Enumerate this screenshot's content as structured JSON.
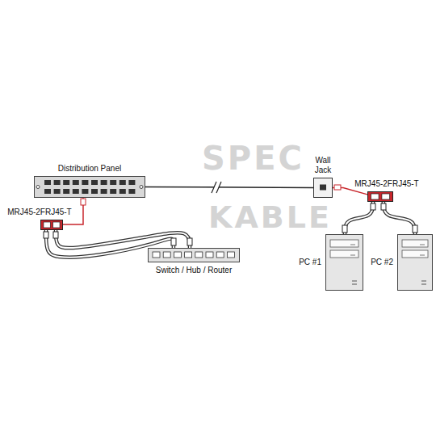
{
  "diagram": {
    "nodes": [
      {
        "text": [
          "Distribution Panel"
        ]
      },
      {
        "text": [
          "MRJ45-2FRJ45-T"
        ]
      },
      {
        "text": [
          "Switch / Hub / Router"
        ]
      },
      {
        "text": [
          "Wall Jack"
        ]
      },
      {
        "text": [
          "MRJ45-2FRJ45-T"
        ]
      },
      {
        "text": [
          "PC #1"
        ]
      },
      {
        "text": [
          "PC #2"
        ]
      }
    ],
    "edges": [
      {
        "from": 0,
        "to": 1,
        "arrow": "none"
      },
      {
        "from": 1,
        "to": 2,
        "arrow": "none"
      },
      {
        "from": 1,
        "to": 2,
        "arrow": "none"
      },
      {
        "from": 0,
        "to": 3,
        "arrow": "none"
      },
      {
        "from": 3,
        "to": 4,
        "arrow": "none"
      },
      {
        "from": 4,
        "to": 5,
        "arrow": "none"
      },
      {
        "from": 4,
        "to": 6,
        "arrow": "none"
      }
    ],
    "labels": [
      "SPEC",
      "KABLE"
    ]
  }
}
